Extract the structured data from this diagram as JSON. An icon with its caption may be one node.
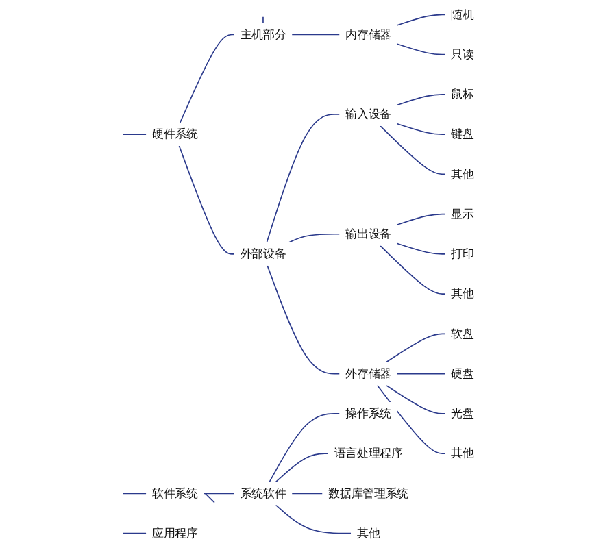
{
  "diagram": {
    "nodes": [
      {
        "text": [
          "硬件系统"
        ]
      },
      {
        "text": [
          "主机部分"
        ]
      },
      {
        "text": [
          "内存储器"
        ]
      },
      {
        "text": [
          "随机"
        ]
      },
      {
        "text": [
          "只读"
        ]
      },
      {
        "text": [
          "外部设备"
        ]
      },
      {
        "text": [
          "输入设备"
        ]
      },
      {
        "text": [
          "鼠标"
        ]
      },
      {
        "text": [
          "键盘"
        ]
      },
      {
        "text": [
          "其他"
        ]
      },
      {
        "text": [
          "输出设备"
        ]
      },
      {
        "text": [
          "显示"
        ]
      },
      {
        "text": [
          "打印"
        ]
      },
      {
        "text": [
          "其他"
        ]
      },
      {
        "text": [
          "外存储器"
        ]
      },
      {
        "text": [
          "软盘"
        ]
      },
      {
        "text": [
          "硬盘"
        ]
      },
      {
        "text": [
          "光盘"
        ]
      },
      {
        "text": [
          "其他"
        ]
      },
      {
        "text": [
          "软件系统"
        ]
      },
      {
        "text": [
          "系统软件"
        ]
      },
      {
        "text": [
          "操作系统"
        ]
      },
      {
        "text": [
          "语言处理程序"
        ]
      },
      {
        "text": [
          "数据库管理系统"
        ]
      },
      {
        "text": [
          "其他"
        ]
      },
      {
        "text": [
          "应用程序"
        ]
      }
    ],
    "edges": [
      {
        "from": null,
        "to": 0,
        "arrow": "none"
      },
      {
        "from": 0,
        "to": 1,
        "arrow": "none"
      },
      {
        "from": 0,
        "to": 5,
        "arrow": "none"
      },
      {
        "from": 1,
        "to": null,
        "arrow": "none"
      },
      {
        "from": 1,
        "to": 2,
        "arrow": "none"
      },
      {
        "from": 2,
        "to": 3,
        "arrow": "none"
      },
      {
        "from": 2,
        "to": 4,
        "arrow": "none"
      },
      {
        "from": 5,
        "to": 6,
        "arrow": "none"
      },
      {
        "from": 5,
        "to": 10,
        "arrow": "none"
      },
      {
        "from": 5,
        "to": 14,
        "arrow": "none"
      },
      {
        "from": 6,
        "to": 7,
        "arrow": "none"
      },
      {
        "from": 6,
        "to": 8,
        "arrow": "none"
      },
      {
        "from": 6,
        "to": 9,
        "arrow": "none"
      },
      {
        "from": 10,
        "to": 11,
        "arrow": "none"
      },
      {
        "from": 10,
        "to": 12,
        "arrow": "none"
      },
      {
        "from": 10,
        "to": 13,
        "arrow": "none"
      },
      {
        "from": 14,
        "to": 15,
        "arrow": "none"
      },
      {
        "from": 14,
        "to": 16,
        "arrow": "none"
      },
      {
        "from": 14,
        "to": 17,
        "arrow": "none"
      },
      {
        "from": 14,
        "to": 18,
        "arrow": "none"
      },
      {
        "from": null,
        "to": 19,
        "arrow": "none"
      },
      {
        "from": 19,
        "to": 20,
        "arrow": "none"
      },
      {
        "from": 19,
        "to": null,
        "arrow": "none"
      },
      {
        "from": 20,
        "to": 21,
        "arrow": "none"
      },
      {
        "from": 20,
        "to": 22,
        "arrow": "none"
      },
      {
        "from": 20,
        "to": 23,
        "arrow": "none"
      },
      {
        "from": 20,
        "to": 24,
        "arrow": "none"
      },
      {
        "from": null,
        "to": 25,
        "arrow": "none"
      }
    ]
  }
}
